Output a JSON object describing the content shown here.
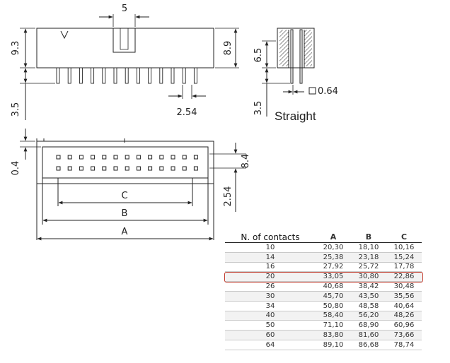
{
  "drawing": {
    "dims": {
      "top_width": "5",
      "body_height": "9.3",
      "overall_height": "8.9",
      "pin_length": "3.5",
      "pitch": "2.54",
      "side_height": "6.5",
      "side_pin": "3.5",
      "pin_square": "0.64",
      "flange": "0.4",
      "row_span": "8.4",
      "row_pitch": "2.54",
      "C": "C",
      "B": "B",
      "A": "A"
    },
    "variant_label": "Straight"
  },
  "table": {
    "headers": [
      "N. of contacts",
      "A",
      "B",
      "C"
    ],
    "highlight_row": 3,
    "rows": [
      [
        "10",
        "20,30",
        "18,10",
        "10,16"
      ],
      [
        "14",
        "25,38",
        "23,18",
        "15,24"
      ],
      [
        "16",
        "27,92",
        "25,72",
        "17,78"
      ],
      [
        "20",
        "33,05",
        "30,80",
        "22,86"
      ],
      [
        "26",
        "40,68",
        "38,42",
        "30,48"
      ],
      [
        "30",
        "45,70",
        "43,50",
        "35,56"
      ],
      [
        "34",
        "50,80",
        "48,58",
        "40,64"
      ],
      [
        "40",
        "58,40",
        "56,20",
        "48,26"
      ],
      [
        "50",
        "71,10",
        "68,90",
        "60,96"
      ],
      [
        "60",
        "83,80",
        "81,60",
        "73,66"
      ],
      [
        "64",
        "89,10",
        "86,68",
        "78,74"
      ]
    ]
  },
  "colors": {
    "highlight": "#c0392b",
    "line": "#222222"
  }
}
